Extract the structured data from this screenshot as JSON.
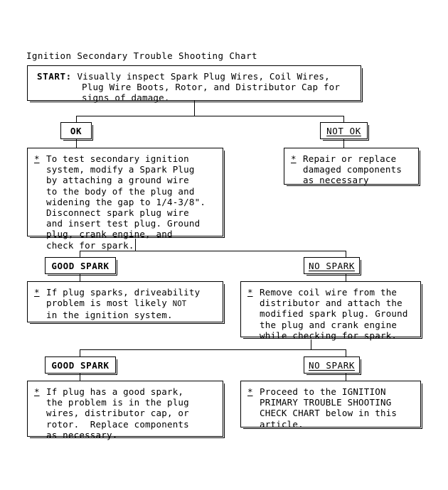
{
  "document": {
    "title": "Ignition Secondary Trouble Shooting Chart",
    "bullet_marker": "*"
  },
  "nodes": {
    "start": {
      "label": "START:",
      "line1": "Visually inspect Spark Plug Wires, Coil Wires,",
      "line2": "Plug Wire Boots, Rotor, and Distributor Cap for",
      "line3": "signs of damage."
    },
    "branch1": {
      "left_label": "OK",
      "right_label": "NOT OK"
    },
    "test_procedure": {
      "line1": "To test secondary ignition",
      "line2": "system, modify a Spark Plug",
      "line3": "by attaching a ground wire",
      "line4": "to the body of the plug and",
      "line5": "widening the gap to 1/4-3/8\".",
      "line6": "Disconnect spark plug wire",
      "line7": "and insert test plug. Ground",
      "line8": "plug, crank engine, and",
      "line9": "check for spark."
    },
    "repair": {
      "line1": "Repair or replace",
      "line2": "damaged components",
      "line3": "as necessary"
    },
    "branch2": {
      "left_label": "GOOD SPARK",
      "right_label": "NO SPARK"
    },
    "driveability": {
      "line1a": "If plug sparks, driveability",
      "line2a": "problem is most likely ",
      "line2b": "NOT",
      "line3a": "in the ignition system."
    },
    "coil_wire_test": {
      "line1": "Remove coil wire from the",
      "line2": "distributor and attach the",
      "line3": "modified spark plug. Ground",
      "line4": "the plug and crank engine",
      "line5": "while checking for spark."
    },
    "branch3": {
      "left_label": "GOOD SPARK",
      "right_label": "NO SPARK"
    },
    "plug_wires": {
      "line1": "If plug has a good spark,",
      "line2": "the problem is in the plug",
      "line3": "wires, distributor cap, or",
      "line4": "rotor.  Replace components",
      "line5": "as necessary."
    },
    "proceed": {
      "line1": "Proceed to the IGNITION",
      "line2": "PRIMARY TROUBLE SHOOTING",
      "line3": "CHECK CHART below in this",
      "line4": "article."
    }
  },
  "colors": {
    "background": "#ffffff",
    "ink": "#000000"
  }
}
